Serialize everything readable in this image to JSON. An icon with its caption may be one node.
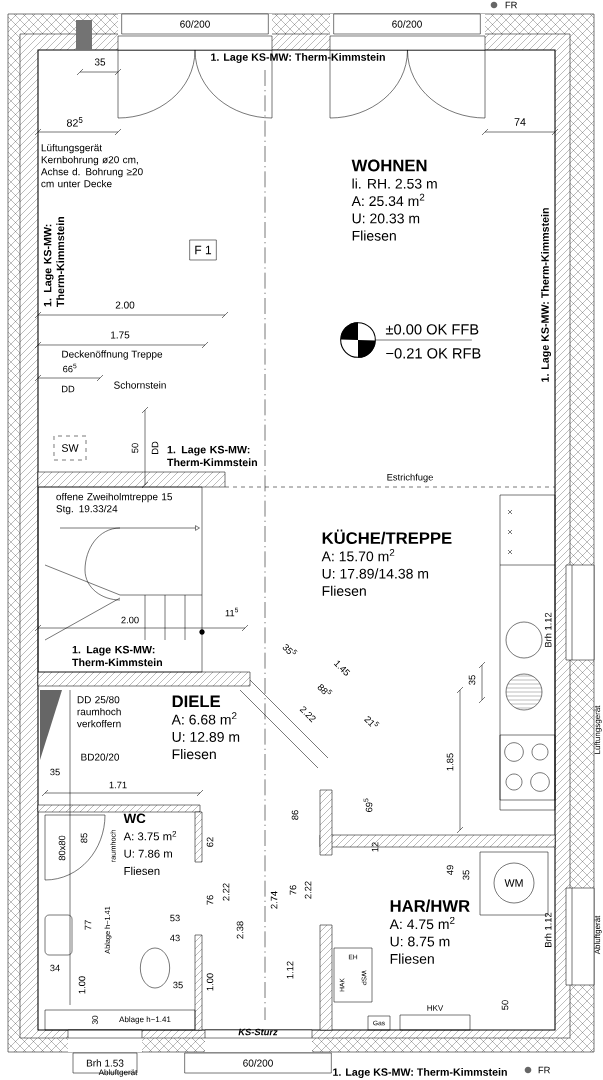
{
  "diagram": {
    "nodes": [
      {
        "text": [
          "60/200"
        ]
      },
      {
        "text": [
          "60/200"
        ]
      },
      {
        "text": [
          "WOHNEN",
          "li. RH. 2.53 m",
          "A: 25.34 m$^{2}$",
          "U: 20.33 m",
          "Fliesen"
        ]
      },
      {
        "text": [
          "F 1"
        ]
      },
      {
        "text": [],
        "shape": "circle",
        "beside": [
          "±0.00 OK FFB",
          "−0.21 OK RFB"
        ]
      },
      {
        "text": [
          "SW"
        ]
      },
      {
        "text": [
          "KÜCHE/TREPPE",
          "A: 15.70 m$^{2}$",
          "U: 17.89/14.38 m",
          "Fliesen"
        ]
      },
      {
        "text": [
          "DIELE",
          "A: 6.68 m$^{2}$",
          "U: 12.89 m",
          "Fliesen"
        ]
      },
      {
        "text": [
          "WC",
          "A: 3.75 m$^{2}$",
          "U: 7.86 m",
          "Fliesen"
        ]
      },
      {
        "text": [
          "WM"
        ]
      },
      {
        "text": [
          "HAR/HWR",
          "A: 4.75 m$^{2}$",
          "U: 8.75 m",
          "Fliesen"
        ]
      },
      {
        "text": [
          "Brh 1.53"
        ]
      },
      {
        "text": [
          "60/200"
        ]
      }
    ],
    "labels": [
      "FR",
      "35",
      "1. Lage KS-MW: Therm-Kimmstein",
      "82$^{5}$",
      "74",
      "Lüftungsgerät Kernbohrung ø20 cm, Achse d. Bohrung ≥20 cm unter Decke",
      "1. Lage KS-MW: Therm-Kimmstein",
      "2.00",
      "1.75",
      "Deckenöffnung Treppe",
      "66$^{5}$",
      "DD",
      "Schornstein",
      "50",
      "DD",
      "1. Lage KS-MW: Therm-Kimmstein",
      "Estrichfuge",
      "1. Lage KS-MW: Therm-Kimmstein",
      "offene Zweiholmtreppe 15 Stg. 19.33/24",
      "2.00",
      "11$^{5}$",
      "1. Lage KS-MW: Therm-Kimmstein",
      "35$^{5}$",
      "1.45",
      "88$^{5}$",
      "2.22",
      "21$^{5}$",
      "Brh 1.12",
      "35",
      "DD 25/80 raumhoch verkoffern",
      "BD20/20",
      "35",
      "1.71",
      "1.85",
      "69$^{5}$",
      "80x80",
      "85",
      "raumhoch",
      "62",
      "86",
      "12",
      "49",
      "35",
      "77",
      "Ablage h~1.41",
      "53",
      "43",
      "76",
      "2.22",
      "2.38",
      "2.74",
      "76",
      "2.22",
      "34",
      "1.00",
      "35",
      "1.00",
      "1.12",
      "Brh 1.12",
      "EH",
      "WSP",
      "HAK",
      "HKV",
      "50",
      "Gas",
      "30",
      "Ablage h~1.41",
      "KS-Sturz",
      "Abluftgerät",
      "1. Lage KS-MW: Therm-Kimmstein",
      "FR",
      "Lüftungsgerät",
      "Abluftgerät"
    ]
  }
}
